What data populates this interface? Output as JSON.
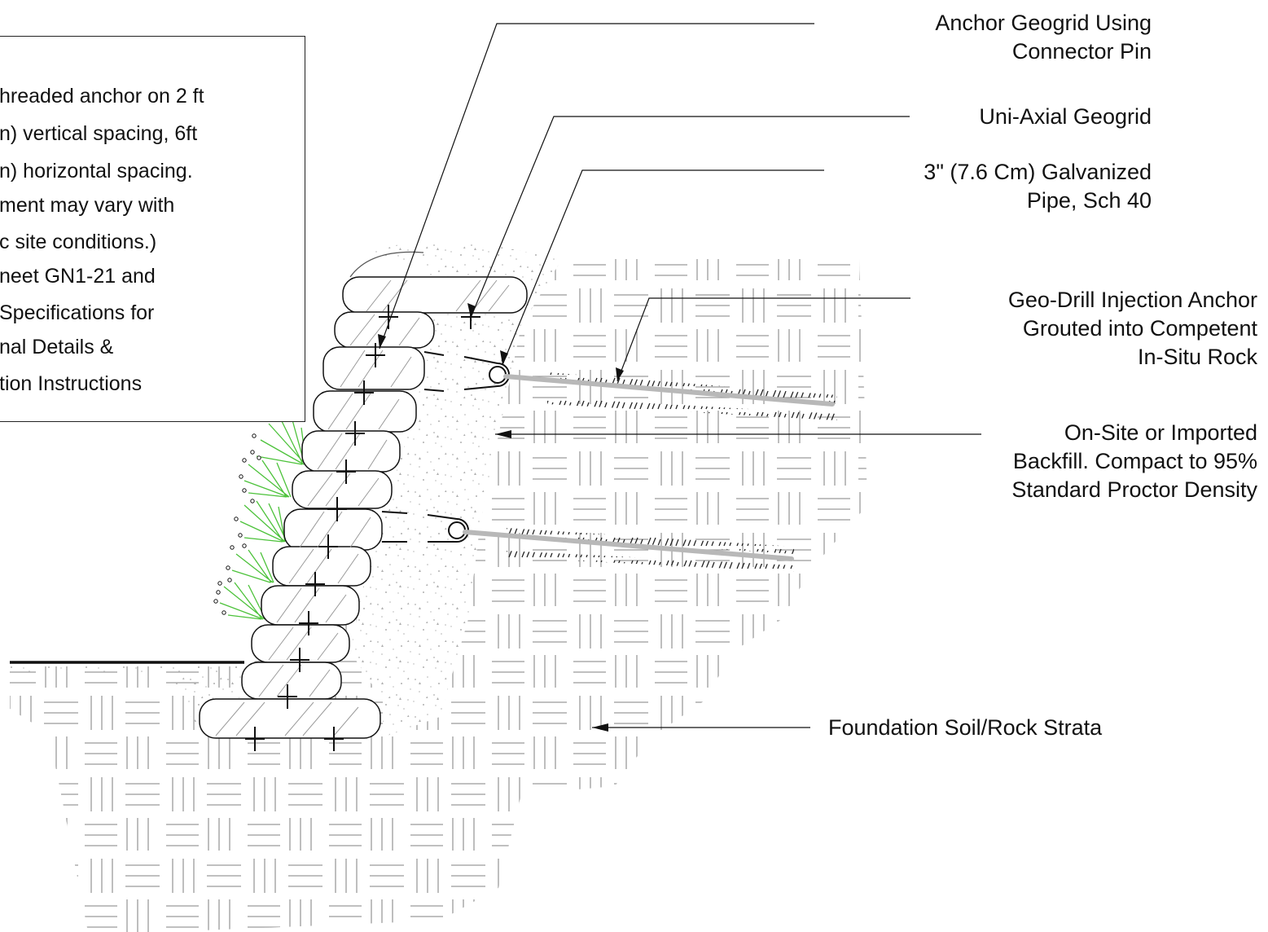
{
  "note": {
    "lines": [
      "hreaded anchor on 2 ft",
      "n) vertical spacing, 6ft",
      "n) horizontal spacing.",
      "ment may vary with",
      "c site conditions.)",
      "neet GN1-21 and",
      " Specifications for",
      "nal Details &",
      "tion Instructions"
    ]
  },
  "labels": {
    "anchor_geogrid": [
      "Anchor Geogrid Using",
      "Connector Pin"
    ],
    "uni_axial": [
      "Uni-Axial Geogrid"
    ],
    "pipe": [
      "3\" (7.6 Cm) Galvanized",
      "Pipe, Sch 40"
    ],
    "geo_drill": [
      "Geo-Drill Injection Anchor",
      "Grouted into Competent",
      "In-Situ Rock"
    ],
    "backfill": [
      "On-Site or Imported",
      "Backfill. Compact to 95%",
      "Standard Proctor Density"
    ],
    "foundation": [
      "Foundation Soil/Rock Strata"
    ]
  },
  "colors": {
    "line": "#111111",
    "hatch": "#9a9a9a",
    "grass": "#4cc23a",
    "anchor_rod": "#b8b8b8",
    "stipple": "#b0b0b0"
  }
}
